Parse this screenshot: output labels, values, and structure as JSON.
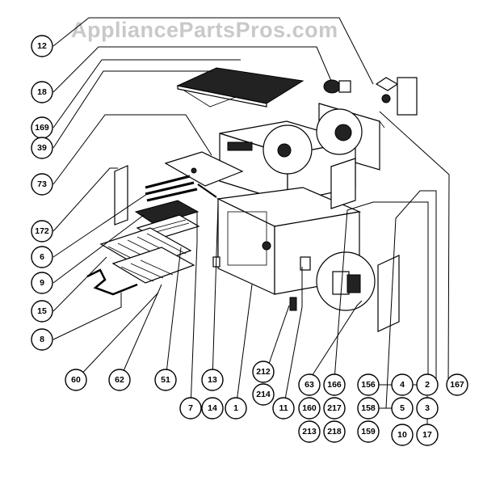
{
  "watermark": "AppliancePartsPros.com",
  "callouts": [
    {
      "id": "c12",
      "label": "12"
    },
    {
      "id": "c18",
      "label": "18"
    },
    {
      "id": "c169",
      "label": "169"
    },
    {
      "id": "c39",
      "label": "39"
    },
    {
      "id": "c73",
      "label": "73"
    },
    {
      "id": "c172",
      "label": "172"
    },
    {
      "id": "c6",
      "label": "6"
    },
    {
      "id": "c9",
      "label": "9"
    },
    {
      "id": "c15",
      "label": "15"
    },
    {
      "id": "c8",
      "label": "8"
    },
    {
      "id": "c60",
      "label": "60"
    },
    {
      "id": "c62",
      "label": "62"
    },
    {
      "id": "c51",
      "label": "51"
    },
    {
      "id": "c7",
      "label": "7"
    },
    {
      "id": "c13",
      "label": "13"
    },
    {
      "id": "c14",
      "label": "14"
    },
    {
      "id": "c1",
      "label": "1"
    },
    {
      "id": "c212",
      "label": "212"
    },
    {
      "id": "c214",
      "label": "214"
    },
    {
      "id": "c11",
      "label": "11"
    },
    {
      "id": "c63",
      "label": "63"
    },
    {
      "id": "c160",
      "label": "160"
    },
    {
      "id": "c213",
      "label": "213"
    },
    {
      "id": "c166",
      "label": "166"
    },
    {
      "id": "c217",
      "label": "217"
    },
    {
      "id": "c218",
      "label": "218"
    },
    {
      "id": "c156",
      "label": "156"
    },
    {
      "id": "c158",
      "label": "158"
    },
    {
      "id": "c159",
      "label": "159"
    },
    {
      "id": "c4",
      "label": "4"
    },
    {
      "id": "c5",
      "label": "5"
    },
    {
      "id": "c10",
      "label": "10"
    },
    {
      "id": "c2",
      "label": "2"
    },
    {
      "id": "c3",
      "label": "3"
    },
    {
      "id": "c17",
      "label": "17"
    },
    {
      "id": "c167",
      "label": "167"
    }
  ]
}
